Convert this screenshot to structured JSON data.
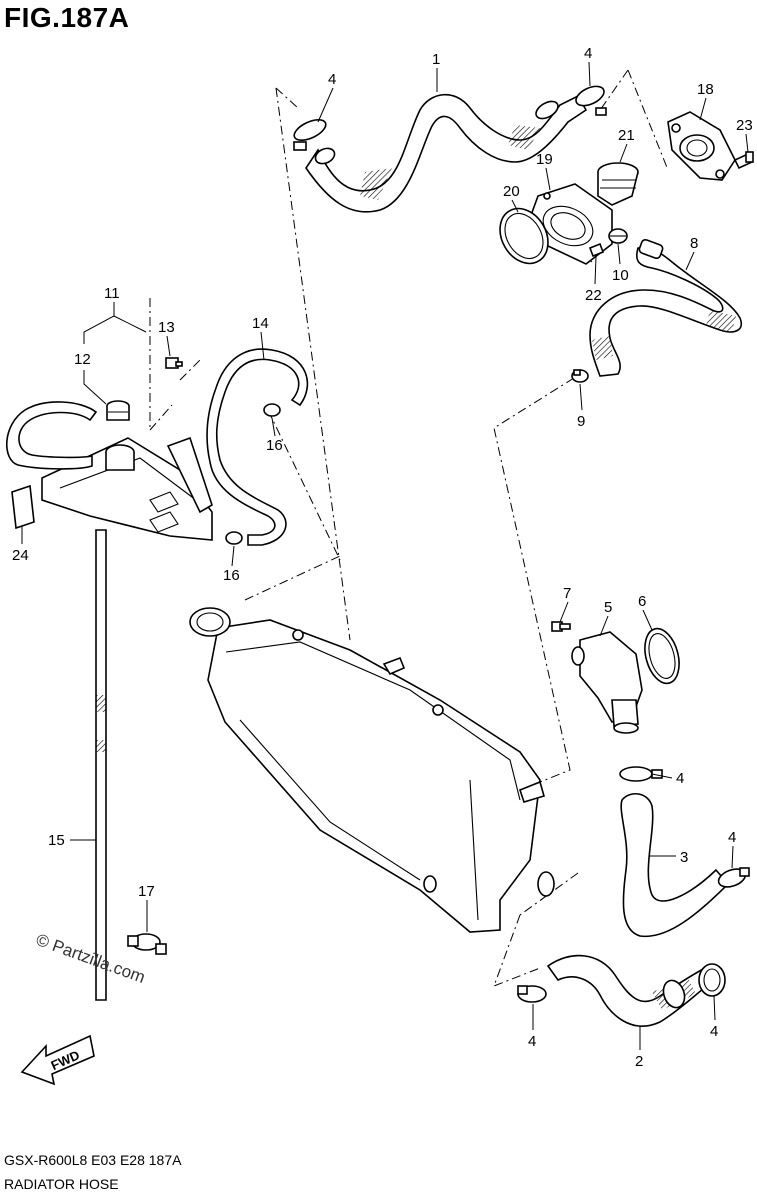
{
  "figure": {
    "title": "FIG.187A",
    "model_code": "GSX-R600L8  E03  E28  187A",
    "section_name": "RADIATOR HOSE",
    "watermark": "© Partzilla.com",
    "fwd_label": "FWD"
  },
  "callouts": [
    {
      "id": "c1",
      "label": "1"
    },
    {
      "id": "c2",
      "label": "2"
    },
    {
      "id": "c3",
      "label": "3"
    },
    {
      "id": "c4a",
      "label": "4"
    },
    {
      "id": "c4b",
      "label": "4"
    },
    {
      "id": "c4c",
      "label": "4"
    },
    {
      "id": "c4d",
      "label": "4"
    },
    {
      "id": "c4e",
      "label": "4"
    },
    {
      "id": "c4f",
      "label": "4"
    },
    {
      "id": "c5",
      "label": "5"
    },
    {
      "id": "c6",
      "label": "6"
    },
    {
      "id": "c7",
      "label": "7"
    },
    {
      "id": "c8",
      "label": "8"
    },
    {
      "id": "c9",
      "label": "9"
    },
    {
      "id": "c10",
      "label": "10"
    },
    {
      "id": "c11",
      "label": "11"
    },
    {
      "id": "c12",
      "label": "12"
    },
    {
      "id": "c13",
      "label": "13"
    },
    {
      "id": "c14",
      "label": "14"
    },
    {
      "id": "c15",
      "label": "15"
    },
    {
      "id": "c16a",
      "label": "16"
    },
    {
      "id": "c16b",
      "label": "16"
    },
    {
      "id": "c17",
      "label": "17"
    },
    {
      "id": "c18",
      "label": "18"
    },
    {
      "id": "c19",
      "label": "19"
    },
    {
      "id": "c20",
      "label": "20"
    },
    {
      "id": "c21",
      "label": "21"
    },
    {
      "id": "c22",
      "label": "22"
    },
    {
      "id": "c23",
      "label": "23"
    },
    {
      "id": "c24",
      "label": "24"
    }
  ]
}
